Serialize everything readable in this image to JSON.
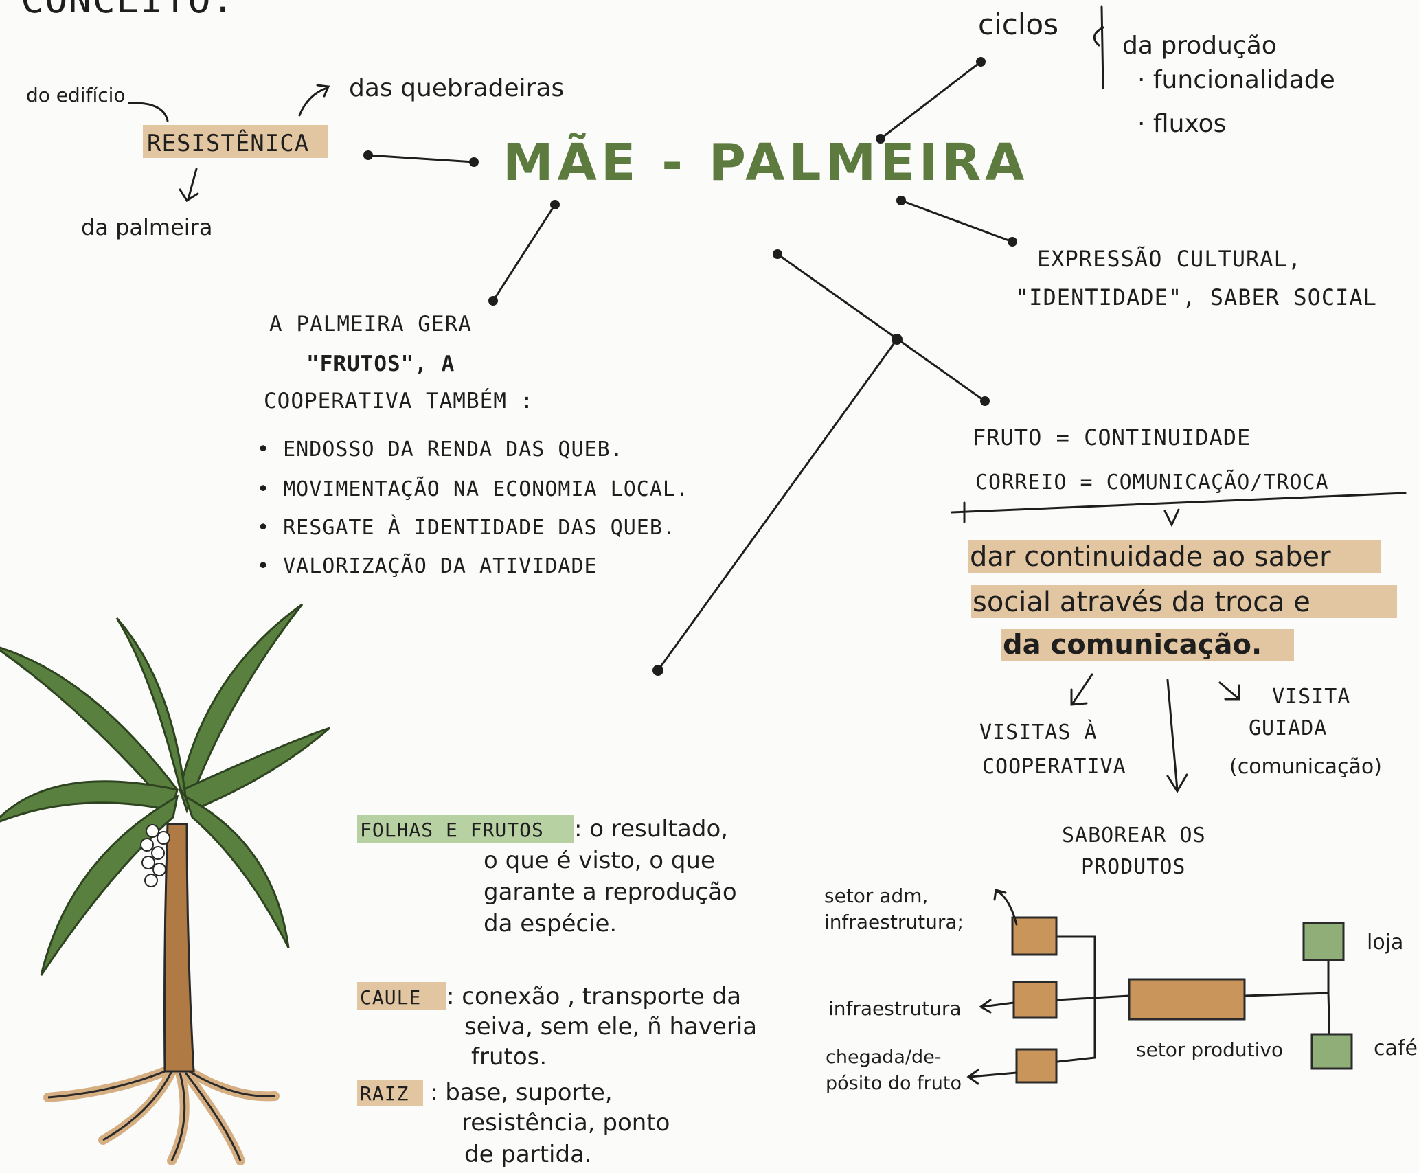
{
  "heading": "CONCEITO:",
  "center": "MÃE - PALMEIRA",
  "resistencia": {
    "label": "RESISTÊNICA",
    "top_left": "do edifício",
    "top_right": "das quebradeiras",
    "bottom": "da palmeira"
  },
  "ciclos": {
    "label": "ciclos",
    "items": [
      "da produção",
      "· funcionalidade",
      "· fluxos"
    ]
  },
  "expressao": [
    "EXPRESSÃO CULTURAL,",
    "\"IDENTIDADE\", SABER SOCIAL"
  ],
  "cooperativa": {
    "intro": [
      "A PALMEIRA GERA",
      "\"FRUTOS\", A",
      "COOPERATIVA TAMBÉM :"
    ],
    "bullets": [
      "• ENDOSSO DA RENDA DAS QUEB.",
      "• MOVIMENTAÇÃO NA ECONOMIA LOCAL.",
      "• RESGATE À IDENTIDADE DAS QUEB.",
      "• VALORIZAÇÃO DA ATIVIDADE"
    ]
  },
  "fruto": {
    "eq1": "FRUTO = CONTINUIDADE",
    "eq2": "CORREIO = COMUNICAÇÃO/TROCA",
    "statement": [
      "dar continuidade ao saber",
      "social através da troca e",
      "da comunicação."
    ],
    "left": [
      "VISITAS À",
      "COOPERATIVA"
    ],
    "right": [
      "VISITA",
      "GUIADA",
      "(comunicação)"
    ],
    "down": [
      "SABOREAR OS",
      "PRODUTOS"
    ]
  },
  "parts": {
    "folhas_label": "FOLHAS E FRUTOS",
    "folhas_text": [
      ": o resultado,",
      "o que é visto, o que",
      "garante a reprodução",
      "da espécie."
    ],
    "caule_label": "CAULE",
    "caule_text": [
      ": conexão , transporte da",
      "seiva, sem ele, ñ haveria",
      "frutos."
    ],
    "raiz_label": "RAIZ",
    "raiz_text": [
      ": base, suporte,",
      "resistência, ponto",
      "de partida."
    ]
  },
  "plan": {
    "adm": [
      "setor adm,",
      "infraestrutura;"
    ],
    "infra": "infraestrutura",
    "chegada": [
      "chegada/de-",
      "pósito do fruto"
    ],
    "produtivo": "setor produtivo",
    "loja": "loja",
    "cafe": "café"
  },
  "colors": {
    "tan": "#e2c5a1",
    "green": "#b8d1a2",
    "title_green": "#5d7a3f",
    "box_brown": "#c9955a",
    "box_green": "#8fae78",
    "leaf": "#5a8040",
    "trunk": "#b07a45"
  }
}
